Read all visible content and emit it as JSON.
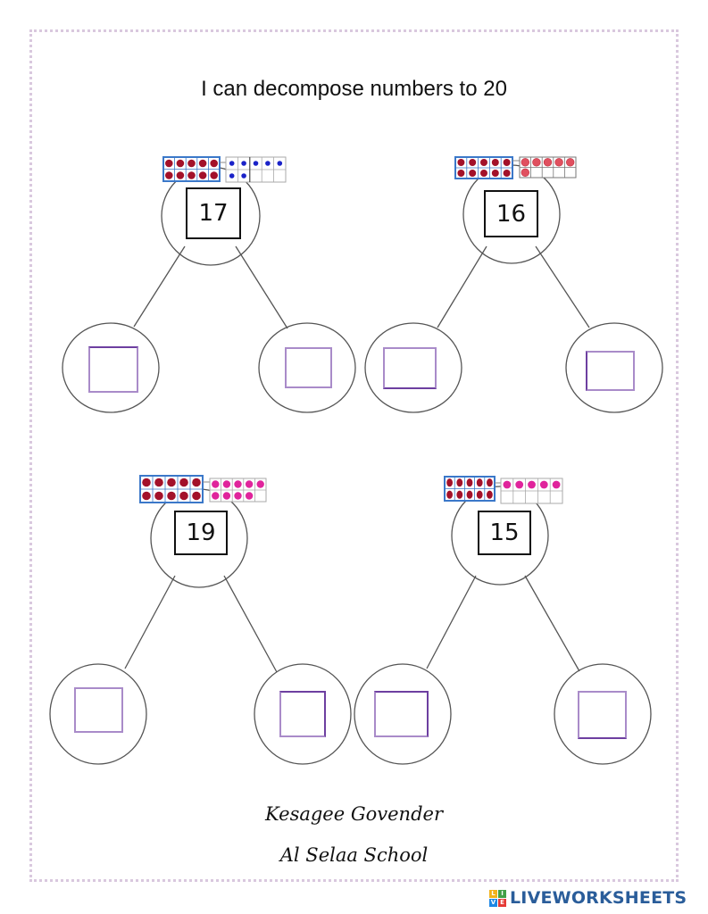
{
  "worksheet": {
    "title": "I can decompose numbers to 20",
    "credits": {
      "author": "Kesagee Govender",
      "school": "Al Selaa School"
    },
    "colors": {
      "border": "#d9c8de",
      "ten_frame_outline": "#3b78c9",
      "full_frame_counter": "#a3112a",
      "answer_box": "#a98bc9",
      "brand": "#2a5d9a"
    },
    "problems": [
      {
        "number": "17",
        "tens": 10,
        "ones": 7,
        "ones_counter_color": "#1a22c8",
        "left_answer": "",
        "right_answer": ""
      },
      {
        "number": "16",
        "tens": 10,
        "ones": 6,
        "ones_counter_color": "#e0505f",
        "left_answer": "",
        "right_answer": ""
      },
      {
        "number": "19",
        "tens": 10,
        "ones": 9,
        "ones_counter_color": "#e0249c",
        "left_answer": "",
        "right_answer": ""
      },
      {
        "number": "15",
        "tens": 10,
        "ones": 5,
        "ones_counter_color": "#e0249c",
        "left_answer": "",
        "right_answer": ""
      }
    ]
  },
  "footer": {
    "brand_name": "LIVEWORKSHEETS",
    "logo_letters": [
      "L",
      "I",
      "V",
      "E"
    ]
  }
}
